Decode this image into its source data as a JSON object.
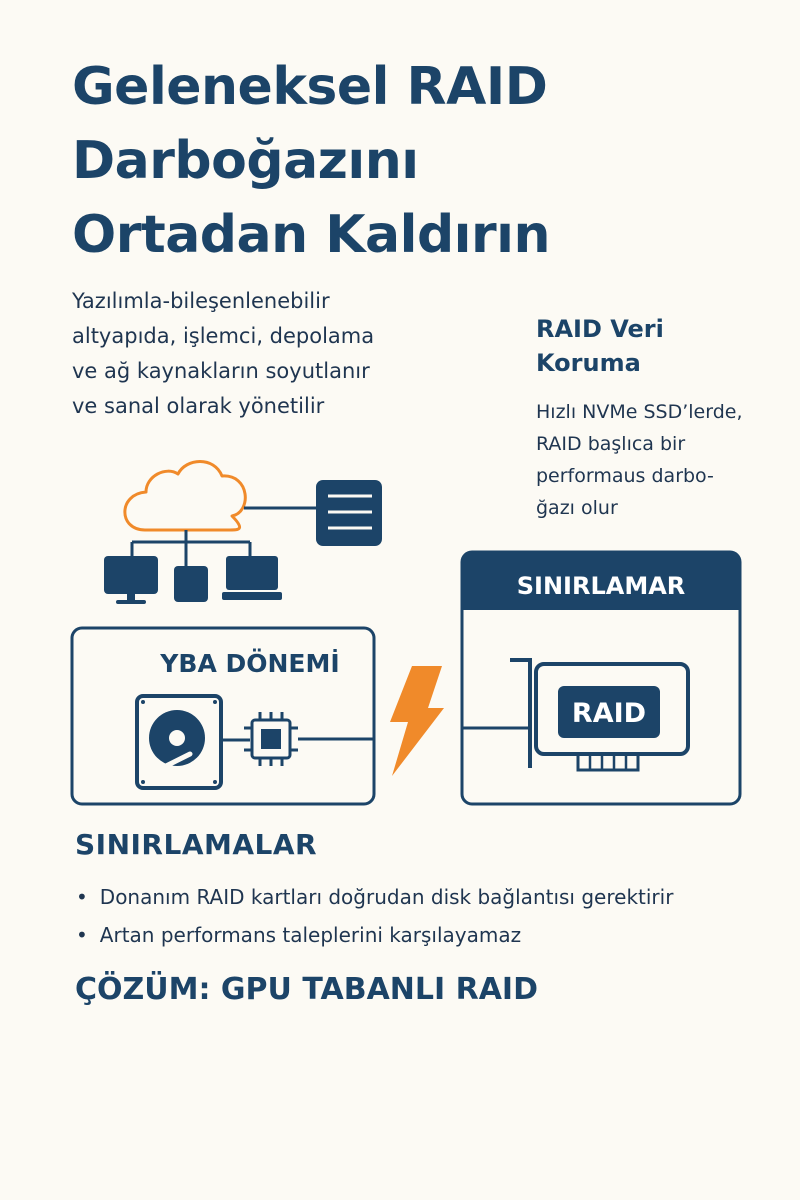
{
  "title_lines": [
    "Geleneksel RAID",
    "Darboğazını",
    "Ortadan Kaldırın"
  ],
  "intro_lines": [
    "Yazılımla-bileşenlenebilir",
    "altyapıda, işlemci, depolama",
    "ve ağ kaynakların soyutlanır",
    "ve sanal olarak yönetilir"
  ],
  "side": {
    "heading_lines": [
      "RAID Veri",
      "Koruma"
    ],
    "text_lines": [
      "Hızlı NVMe SSD’lerde,",
      "RAID başlıca bir",
      "performaus darbo-",
      "ğazı olur"
    ]
  },
  "diagram": {
    "left_box_label": "YBA DÖNEMİ",
    "right_box_header": "SINIRLAMAR",
    "raid_card_label": "RAID"
  },
  "limitations": {
    "heading": "SINIRLAMALAR",
    "items": [
      "Donanım RAID kartları doğrudan disk bağlantısı gerektirir",
      "Artan performans taleplerini karşılayamaz"
    ]
  },
  "solution": "ÇÖZÜM: GPU TABANLI RAID",
  "colors": {
    "navy": "#1c4468",
    "orange": "#f08a2a",
    "background": "#fcfaf4"
  },
  "icons": [
    "cloud-icon",
    "server-icon",
    "monitor-icon",
    "tablet-icon",
    "laptop-icon",
    "hard-drive-icon",
    "cpu-chip-icon",
    "lightning-icon",
    "raid-card-icon"
  ]
}
